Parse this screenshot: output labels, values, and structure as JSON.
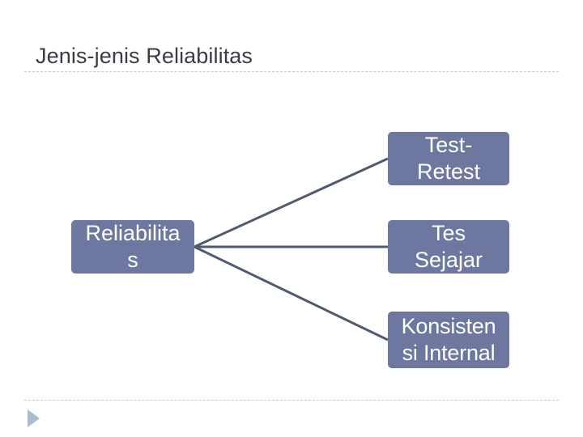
{
  "slide": {
    "title": "Jenis-jenis Reliabilitas",
    "background_color": "#ffffff",
    "title_color": "#3c3c44",
    "rule_color": "#c2c9d6"
  },
  "diagram": {
    "type": "tree",
    "node_fill_color": "#6d779f",
    "node_text_color": "#ffffff",
    "connector_color": "#515a6e",
    "root": {
      "label": "Reliabilita\ns",
      "full_label": "Reliabilitas"
    },
    "branches": [
      {
        "label": "Test-\nRetest",
        "full_label": "Test-Retest"
      },
      {
        "label": "Tes\nSejajar",
        "full_label": "Tes Sejajar"
      },
      {
        "label": "Konsisten\nsi Internal",
        "full_label": "Konsistensi Internal"
      }
    ]
  },
  "footer": {
    "nav_marker": "play-triangle",
    "nav_marker_color": "#a8bcd2"
  }
}
